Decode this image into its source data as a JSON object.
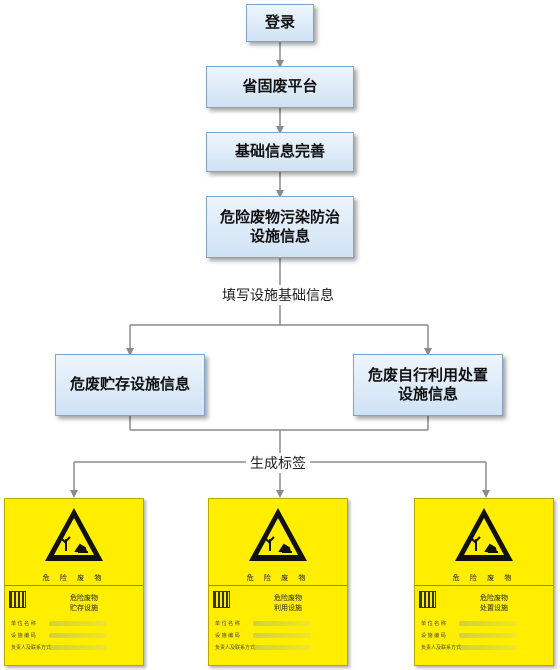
{
  "nodes": {
    "login": "登录",
    "platform": "省固废平台",
    "basic_info": "基础信息完善",
    "pollution_info_line1": "危险废物污染防治",
    "pollution_info_line2": "设施信息",
    "storage": "危废贮存设施信息",
    "self_use_line1": "危废自行利用处置",
    "self_use_line2": "设施信息"
  },
  "edge_labels": {
    "fill_facility": "填写设施基础信息",
    "generate_label": "生成标签"
  },
  "cards": [
    {
      "warning": "危 险 废 物",
      "title_line1": "危险废物",
      "title_line2": "贮存设施",
      "fields": [
        "单 位 名 称",
        "设 施 编 码",
        "负责人及联系方式"
      ]
    },
    {
      "warning": "危 险 废 物",
      "title_line1": "危险废物",
      "title_line2": "利用设施",
      "fields": [
        "单 位 名 称",
        "设 施 编 码",
        "负责人及联系方式"
      ]
    },
    {
      "warning": "危 险 废 物",
      "title_line1": "危险废物",
      "title_line2": "处置设施",
      "fields": [
        "单 位 名 称",
        "设 施 编 码",
        "负责人及联系方式"
      ]
    }
  ],
  "colors": {
    "node_fill": "#cfe2f5",
    "node_border": "#7ea4cc",
    "label_yellow": "#ffee00",
    "connector": "#8a8a8a"
  }
}
